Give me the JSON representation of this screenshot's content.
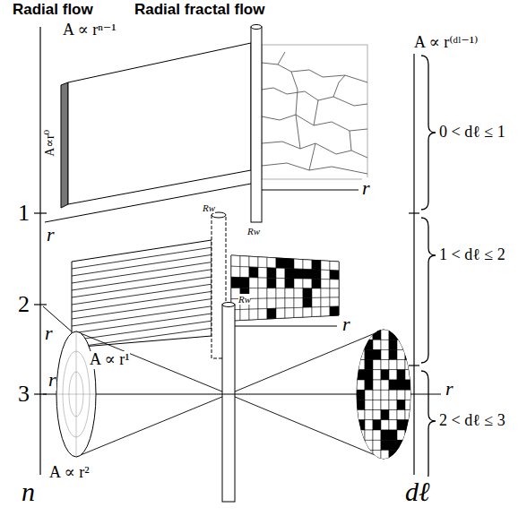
{
  "diagram": {
    "labels": [
      "Radial flow",
      "Radial fractal flow",
      "A ∝ rⁿ⁻¹",
      "A ∝ r⁽ᵈˡ⁻¹⁾",
      "A∝r⁰",
      "Rw",
      "r",
      "r",
      "1",
      "0 < dℓ ≤ 1",
      "Rw",
      "2",
      "r",
      "r",
      "A ∝ r¹",
      "1 < dℓ ≤ 2",
      "Rw",
      "3",
      "r",
      "r",
      "A ∝ r²",
      "2 < dℓ ≤ 3",
      "n",
      "dℓ"
    ]
  }
}
